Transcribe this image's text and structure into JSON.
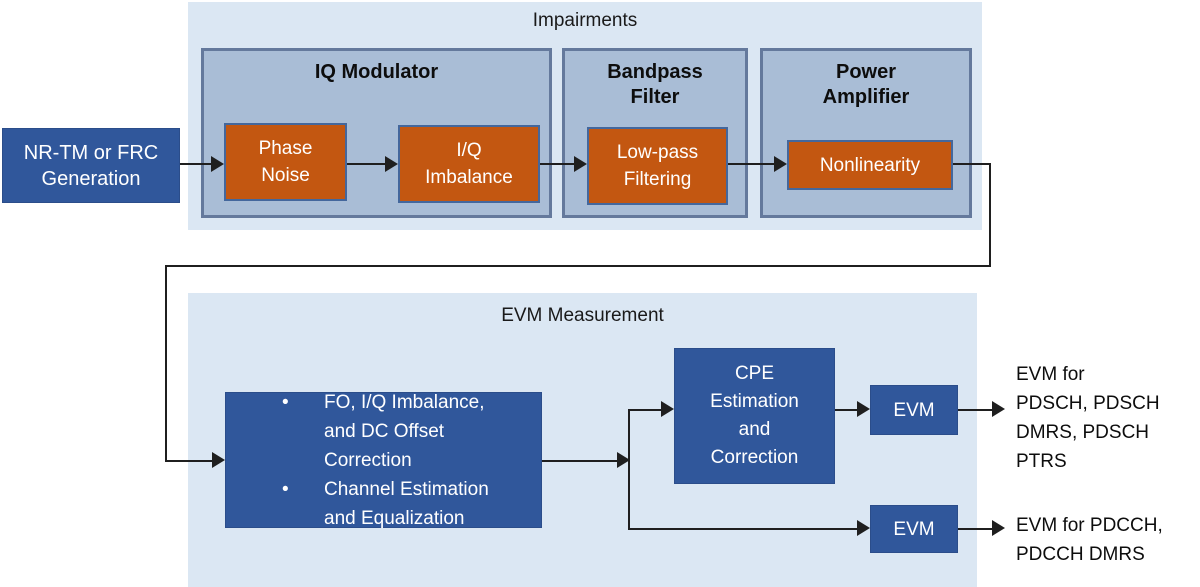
{
  "colors": {
    "container_bg": "#dbe7f3",
    "group_fill": "#a9bdd6",
    "group_border": "#64799c",
    "impairment_fill": "#c35711",
    "impairment_border": "#44679c",
    "block_fill": "#30579b",
    "connector": "#1f1f1f",
    "box_text": "#ffffff"
  },
  "source_block": {
    "lines": [
      "NR-TM or FRC",
      "Generation"
    ]
  },
  "impairments": {
    "title": "Impairments",
    "iq_modulator": {
      "title": "IQ Modulator",
      "phase_noise": {
        "lines": [
          "Phase",
          "Noise"
        ]
      },
      "iq_imbalance": {
        "lines": [
          "I/Q",
          "Imbalance"
        ]
      }
    },
    "bandpass_filter": {
      "title_lines": [
        "Bandpass",
        "Filter"
      ],
      "low_pass": {
        "lines": [
          "Low-pass",
          "Filtering"
        ]
      }
    },
    "power_amplifier": {
      "title_lines": [
        "Power",
        "Amplifier"
      ],
      "nonlinearity": {
        "label": "Nonlinearity"
      }
    }
  },
  "evm_measurement": {
    "title": "EVM Measurement",
    "correction_block": {
      "bullet_marker": "•",
      "bullets": [
        "FO, I/Q Imbalance, and DC Offset Correction",
        "Channel Estimation and Equalization"
      ]
    },
    "cpe_block": {
      "lines": [
        "CPE",
        "Estimation",
        "and",
        "Correction"
      ]
    },
    "evm_block_top": {
      "label": "EVM"
    },
    "evm_block_bottom": {
      "label": "EVM"
    }
  },
  "outputs": {
    "pdsch": {
      "lines": [
        "EVM for",
        "PDSCH, PDSCH",
        "DMRS, PDSCH",
        "PTRS"
      ]
    },
    "pdcch": {
      "lines": [
        "EVM for PDCCH,",
        "PDCCH DMRS"
      ]
    }
  }
}
